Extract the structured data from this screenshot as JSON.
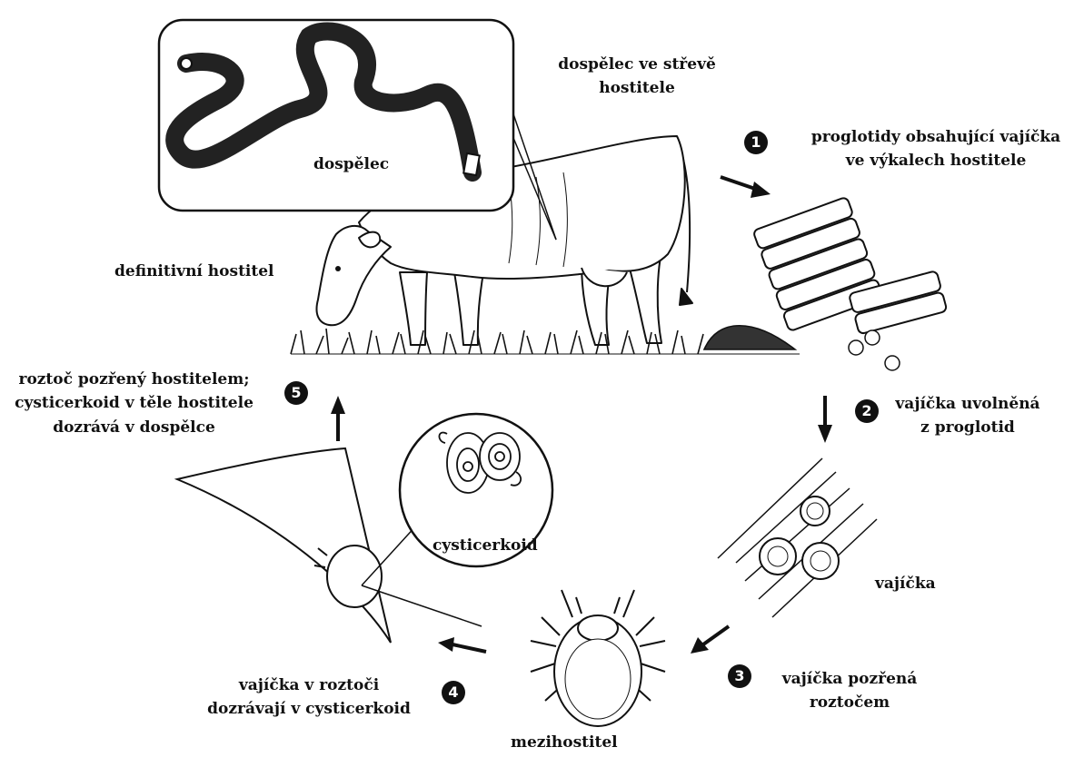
{
  "labels": {
    "adult": "dospělec",
    "adult_in_gut": [
      "dospělec ve střevě",
      "hostitele"
    ],
    "definitive_host": "definitivní  hostitel",
    "proglottids": [
      "proglotidy obsahující vajíčka",
      "ve výkalech hostitele"
    ],
    "eggs_released": [
      "vajíčka uvolněná",
      "z proglotid"
    ],
    "eggs": "vajíčka",
    "eggs_eaten": [
      "vajíčka pozřená",
      "roztočem"
    ],
    "intermediate_host": "mezihostitel",
    "eggs_in_mite": [
      "vajíčka v roztoči",
      "dozrávají v cysticerkoid"
    ],
    "cysticercoid": "cysticerkoid",
    "mite_eaten": [
      "roztoč pozřený hostitelem;",
      "cysticerkoid v těle hostitele",
      "dozrává v dospělce"
    ]
  },
  "steps": [
    "1",
    "2",
    "3",
    "4",
    "5"
  ],
  "colors": {
    "ink": "#111111",
    "background": "#ffffff"
  },
  "icons": {
    "cow": "cow-grazing-illustration",
    "tapeworm": "tapeworm-adult-illustration",
    "proglottid": "proglottid-segments-illustration",
    "egg": "egg-illustration",
    "mite": "mite-illustration",
    "cysticercoid": "cysticercoid-illustration",
    "arrow": "arrow-icon"
  }
}
